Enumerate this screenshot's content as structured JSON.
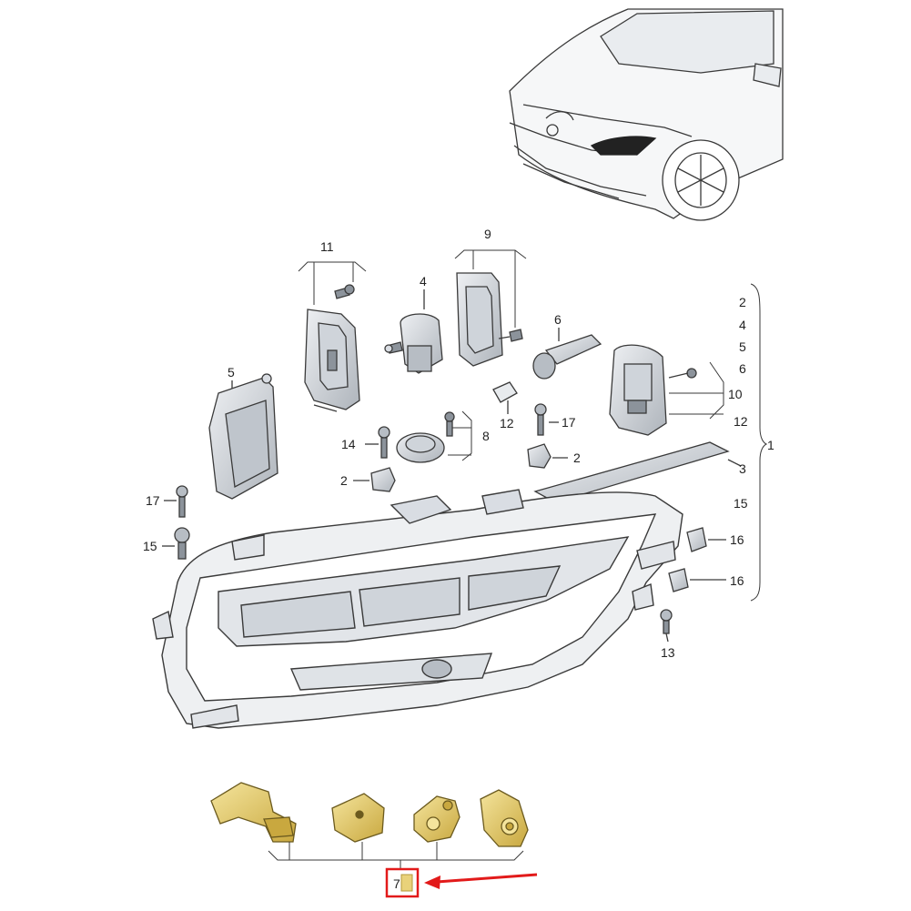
{
  "callouts": {
    "c1": "1",
    "c2a": "2",
    "c2b": "2",
    "c2c": "2",
    "c3": "3",
    "c4a": "4",
    "c4b": "4",
    "c5a": "5",
    "c5b": "5",
    "c6a": "6",
    "c6b": "6",
    "c7": "7",
    "c8": "8",
    "c9": "9",
    "c10": "10",
    "c11": "11",
    "c12a": "12",
    "c12b": "12",
    "c13": "13",
    "c14": "14",
    "c15a": "15",
    "c15b": "15",
    "c16a": "16",
    "c16b": "16",
    "c17a": "17",
    "c17b": "17"
  },
  "colors": {
    "line": "#3a3a3a",
    "part_fill": "#d9dde3",
    "part_dark": "#8c939b",
    "brass": "#e9d27a",
    "brass_dark": "#b59a3a",
    "highlight": "#e21a1a"
  }
}
